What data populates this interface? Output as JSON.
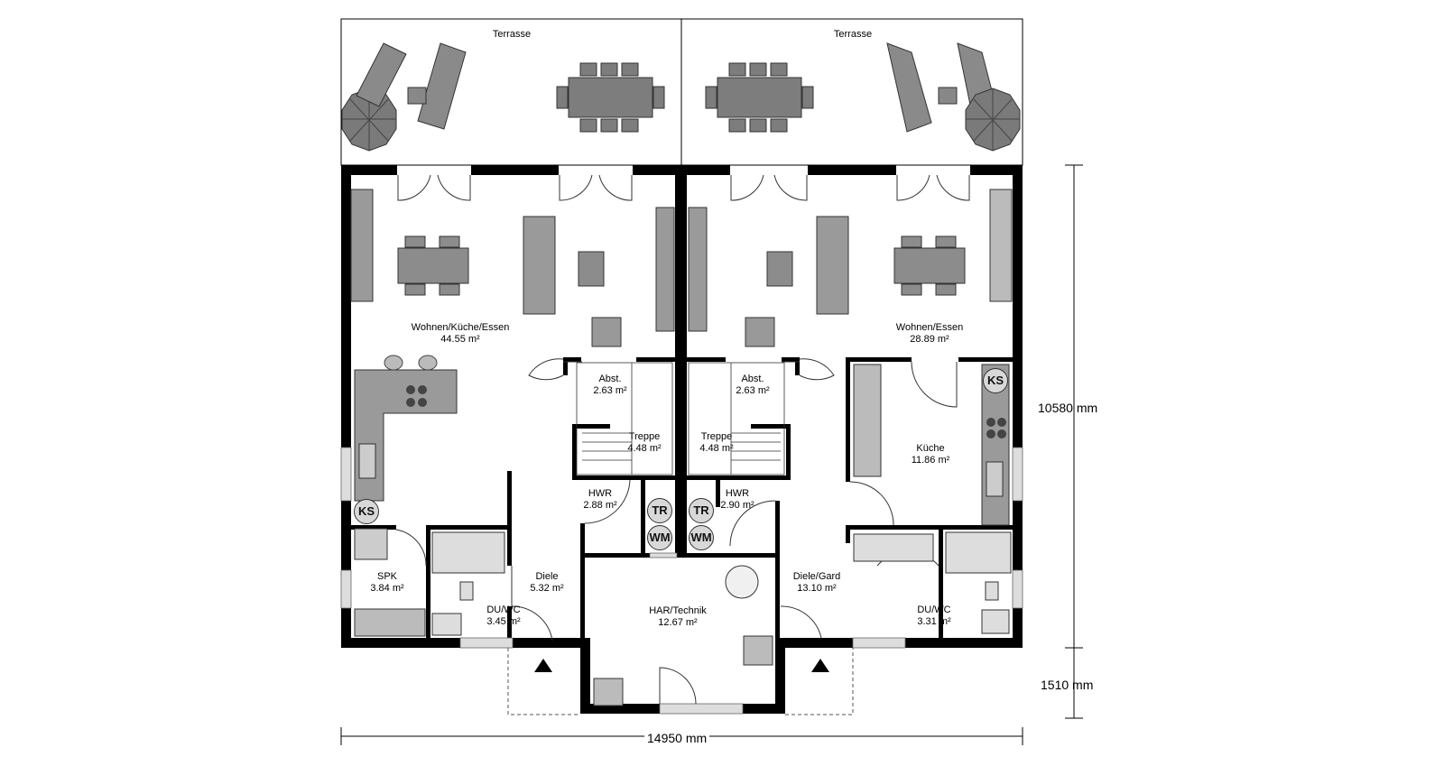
{
  "rooms": {
    "terrace_left": "Terrasse",
    "terrace_right": "Terrasse",
    "living_left": {
      "name": "Wohnen/Küche/Essen",
      "area": "44.55 m²"
    },
    "living_right": {
      "name": "Wohnen/Essen",
      "area": "28.89 m²"
    },
    "abst_left": {
      "name": "Abst.",
      "area": "2.63 m²"
    },
    "abst_right": {
      "name": "Abst.",
      "area": "2.63 m²"
    },
    "stairs_left": {
      "name": "Treppe",
      "area": "4.48 m²"
    },
    "stairs_right": {
      "name": "Treppe",
      "area": "4.48 m²"
    },
    "hwr_left": {
      "name": "HWR",
      "area": "2.88 m²"
    },
    "hwr_right": {
      "name": "HWR",
      "area": "2.90 m²"
    },
    "kitchen_right": {
      "name": "Küche",
      "area": "11.86 m²"
    },
    "spk": {
      "name": "SPK",
      "area": "3.84 m²"
    },
    "diele_left": {
      "name": "Diele",
      "area": "5.32 m²"
    },
    "duwc_left": {
      "name": "DU/WC",
      "area": "3.45 m²"
    },
    "har": {
      "name": "HAR/Technik",
      "area": "12.67 m²"
    },
    "diele_right": {
      "name": "Diele/Gard",
      "area": "13.10 m²"
    },
    "duwc_right": {
      "name": "DU/WC",
      "area": "3.31 m²"
    }
  },
  "symbols": {
    "ks": "KS",
    "tr": "TR",
    "wm": "WM"
  },
  "dimensions": {
    "height_main": "10580 mm",
    "height_entry": "1510 mm",
    "width": "14950 mm"
  }
}
